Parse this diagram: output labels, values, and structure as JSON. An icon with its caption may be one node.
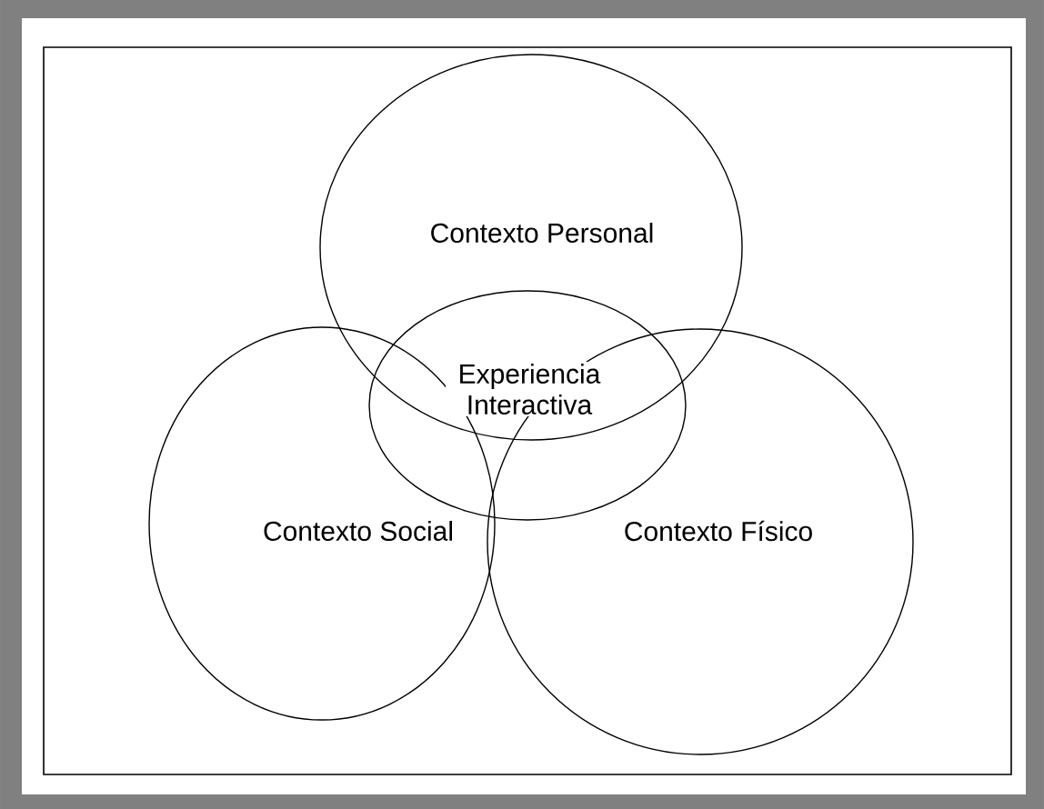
{
  "diagram": {
    "nodes": [
      {
        "text": [
          "Contexto Personal"
        ]
      },
      {
        "text": [
          "Contexto Social"
        ]
      },
      {
        "text": [
          "Contexto Físico"
        ]
      },
      {
        "text": [
          "Experiencia Interactiva"
        ]
      }
    ]
  }
}
